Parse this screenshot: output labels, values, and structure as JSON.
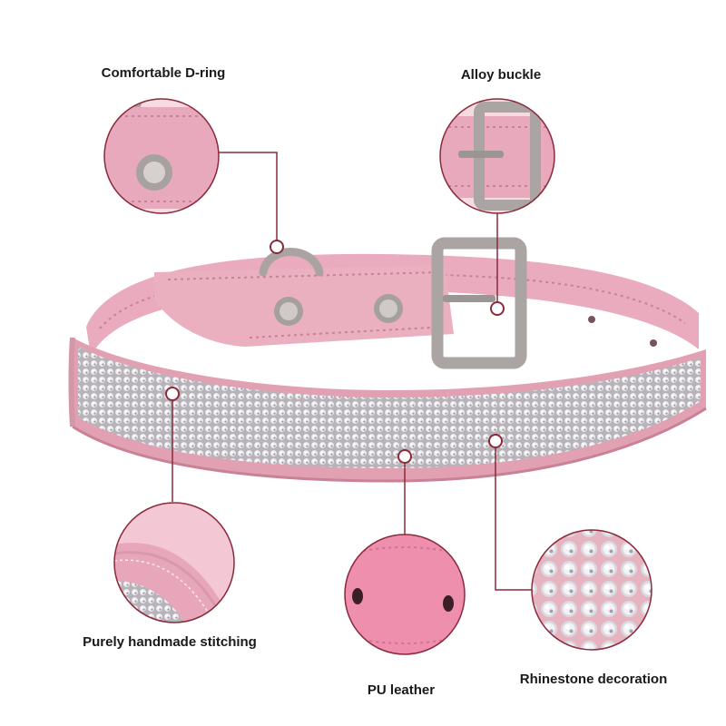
{
  "colors": {
    "collar_pink": "#e8a9bb",
    "collar_pink_dark": "#c98196",
    "collar_pink_light": "#f2c4d1",
    "metal": "#b9b3b2",
    "metal_dark": "#8e8786",
    "rhinestone": "#e9e9ee",
    "rhinestone_shadow": "#8f8f98",
    "callout_line": "#8a2a3a",
    "label_text": "#1a1a1a"
  },
  "features": [
    {
      "id": "d-ring",
      "label": "Comfortable D-ring",
      "icon": "d-ring-closeup"
    },
    {
      "id": "buckle",
      "label": "Alloy buckle",
      "icon": "buckle-closeup"
    },
    {
      "id": "stitching",
      "label": "Purely handmade stitching",
      "icon": "stitching-closeup"
    },
    {
      "id": "leather",
      "label": "PU leather",
      "icon": "leather-closeup"
    },
    {
      "id": "rhinestone",
      "label": "Rhinestone decoration",
      "icon": "rhinestone-closeup"
    }
  ]
}
